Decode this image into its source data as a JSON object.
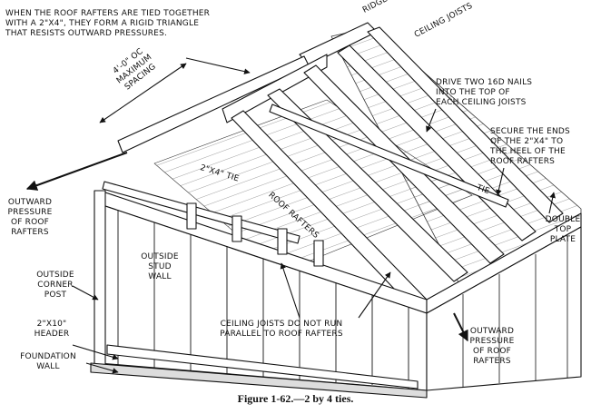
{
  "labels": {
    "intro": "WHEN THE ROOF RAFTERS ARE TIED TOGETHER\nWITH A 2\"X4\", THEY FORM A RIGID TRIANGLE\nTHAT RESISTS OUTWARD PRESSURES.",
    "ridgeboard": "RIDGEBOARD",
    "ceiling_joists": "CEILING JOISTS",
    "spacing": "4'-0\" OC\nMAXIMUM\nSPACING",
    "drive_nails": "DRIVE TWO 16d NAILS\nINTO THE TOP OF\nEACH CEILING JOISTS",
    "secure_ends": "SECURE THE ENDS\nOF THE 2\"X4\" TO\nTHE HEEL OF THE\nROOF RAFTERS",
    "tie_left": "2\"X4\" TIE",
    "roof_rafters": "ROOF RAFTERS",
    "tie_right": "TIE",
    "outward_left": "OUTWARD\nPRESSURE\nOF ROOF\nRAFTERS",
    "double_top_plate": "DOUBLE\nTOP\nPLATE",
    "outside_stud_wall": "OUTSIDE\nSTUD\nWALL",
    "outside_corner_post": "OUTSIDE\nCORNER\nPOST",
    "header": "2\"X10\"\nHEADER",
    "foundation_wall": "FOUNDATION\nWALL",
    "ceiling_not_parallel": "CEILING JOISTS DO NOT RUN\nPARALLEL TO ROOF RAFTERS",
    "outward_right": "OUTWARD\nPRESSURE\nOF ROOF\nRAFTERS"
  },
  "caption": "Figure 1-62.—2 by 4 ties.",
  "colors": {
    "ink": "#111111",
    "paper": "#ffffff"
  }
}
